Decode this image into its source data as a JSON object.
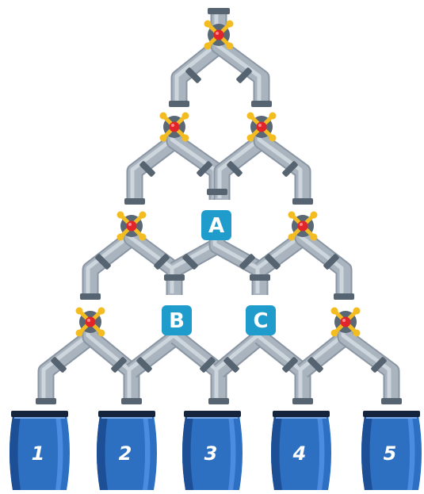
{
  "colors": {
    "pipe": "#a9b4bf",
    "pipe_highlight": "#cdd5dd",
    "pipe_shadow": "#8a96a3",
    "coupling": "#566370",
    "valve_hub": "#5a6775",
    "valve_handle": "#f3bd22",
    "valve_center": "#e0262b",
    "label_box": "#1f9ccc",
    "barrel": "#2d6fc0",
    "barrel_dark": "#1c4f95",
    "barrel_light": "#4b8be0",
    "barrel_rim": "#15243d"
  },
  "junctions": [
    {
      "id": "junction-a",
      "label": "A"
    },
    {
      "id": "junction-b",
      "label": "B"
    },
    {
      "id": "junction-c",
      "label": "C"
    }
  ],
  "valves": [
    {
      "id": "valve-top"
    },
    {
      "id": "valve-row2-left"
    },
    {
      "id": "valve-row2-right"
    },
    {
      "id": "valve-row3-left"
    },
    {
      "id": "valve-row3-right"
    },
    {
      "id": "valve-row4-left"
    },
    {
      "id": "valve-row4-right"
    }
  ],
  "barrels": [
    {
      "id": "barrel-1",
      "label": "1"
    },
    {
      "id": "barrel-2",
      "label": "2"
    },
    {
      "id": "barrel-3",
      "label": "3"
    },
    {
      "id": "barrel-4",
      "label": "4"
    },
    {
      "id": "barrel-5",
      "label": "5"
    }
  ]
}
